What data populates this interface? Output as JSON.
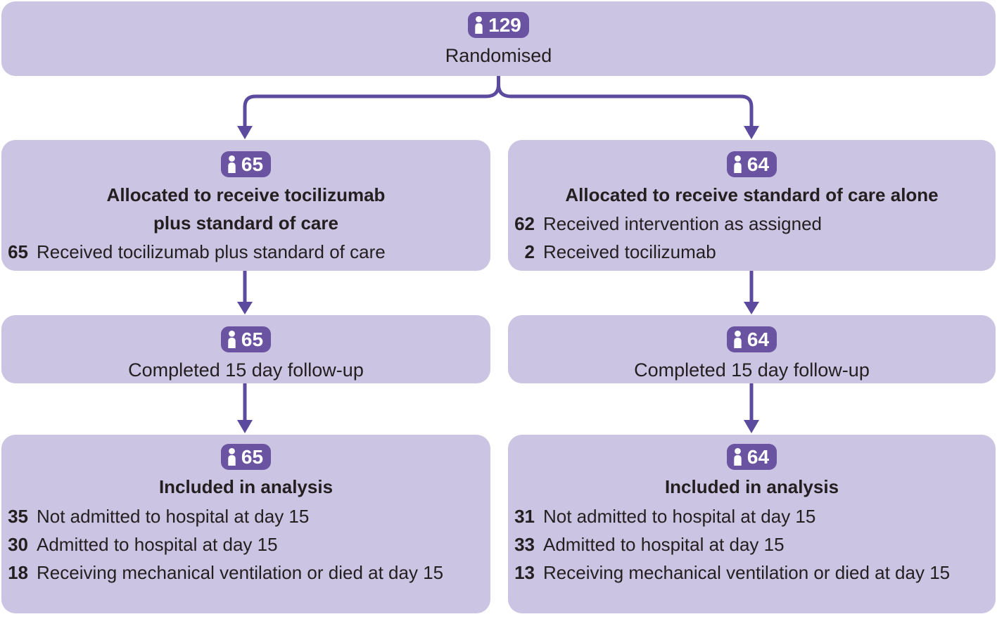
{
  "palette": {
    "box_fill": "#cbc4e2",
    "badge_fill": "#6a53a1",
    "arrow": "#5c4a9e",
    "text": "#231f20",
    "badge_text": "#ffffff"
  },
  "boxes": {
    "randomised": {
      "count": "129",
      "title": "Randomised"
    },
    "alloc_toci": {
      "count": "65",
      "title_lines": [
        "Allocated to receive tocilizumab",
        "plus standard of care"
      ],
      "rows": [
        {
          "n": "65",
          "text": "Received tocilizumab plus standard of care"
        }
      ]
    },
    "alloc_soc": {
      "count": "64",
      "title": "Allocated to receive standard of care alone",
      "rows": [
        {
          "n": "62",
          "text": "Received intervention as assigned"
        },
        {
          "n": "2",
          "text": "Received tocilizumab"
        }
      ]
    },
    "followup_toci": {
      "count": "65",
      "title": "Completed 15 day follow-up"
    },
    "followup_soc": {
      "count": "64",
      "title": "Completed 15 day follow-up"
    },
    "analysis_toci": {
      "count": "65",
      "title": "Included in analysis",
      "rows": [
        {
          "n": "35",
          "text": "Not admitted to hospital at day 15"
        },
        {
          "n": "30",
          "text": "Admitted to hospital at day 15"
        },
        {
          "n": "18",
          "text": "Receiving mechanical ventilation or died at day 15"
        }
      ]
    },
    "analysis_soc": {
      "count": "64",
      "title": "Included in analysis",
      "rows": [
        {
          "n": "31",
          "text": "Not admitted to hospital at day 15"
        },
        {
          "n": "33",
          "text": "Admitted to hospital at day 15"
        },
        {
          "n": "13",
          "text": "Receiving mechanical ventilation or died at day 15"
        }
      ]
    }
  }
}
